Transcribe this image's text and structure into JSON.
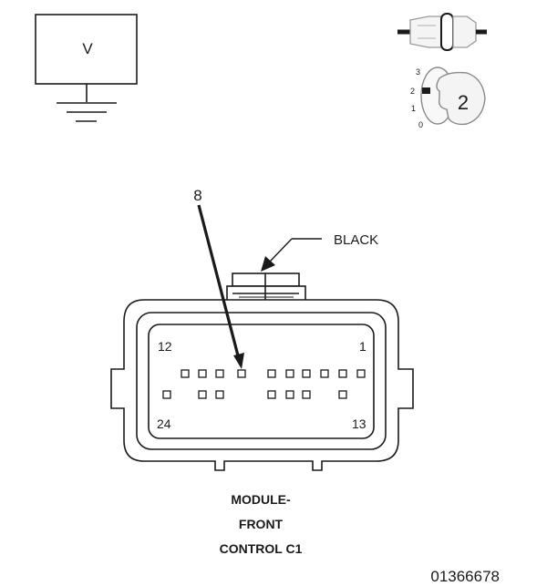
{
  "meter": {
    "symbol": "V"
  },
  "ignition": {
    "positions": [
      "3",
      "2",
      "1",
      "0"
    ],
    "key_position": "2"
  },
  "probe": {
    "pin": "8"
  },
  "connector": {
    "color": "BLACK",
    "corner_labels": {
      "top_left": "12",
      "top_right": "1",
      "bottom_left": "24",
      "bottom_right": "13"
    },
    "name_lines": [
      "MODULE-",
      "FRONT",
      "CONTROL C1"
    ]
  },
  "figure_id": "01366678"
}
